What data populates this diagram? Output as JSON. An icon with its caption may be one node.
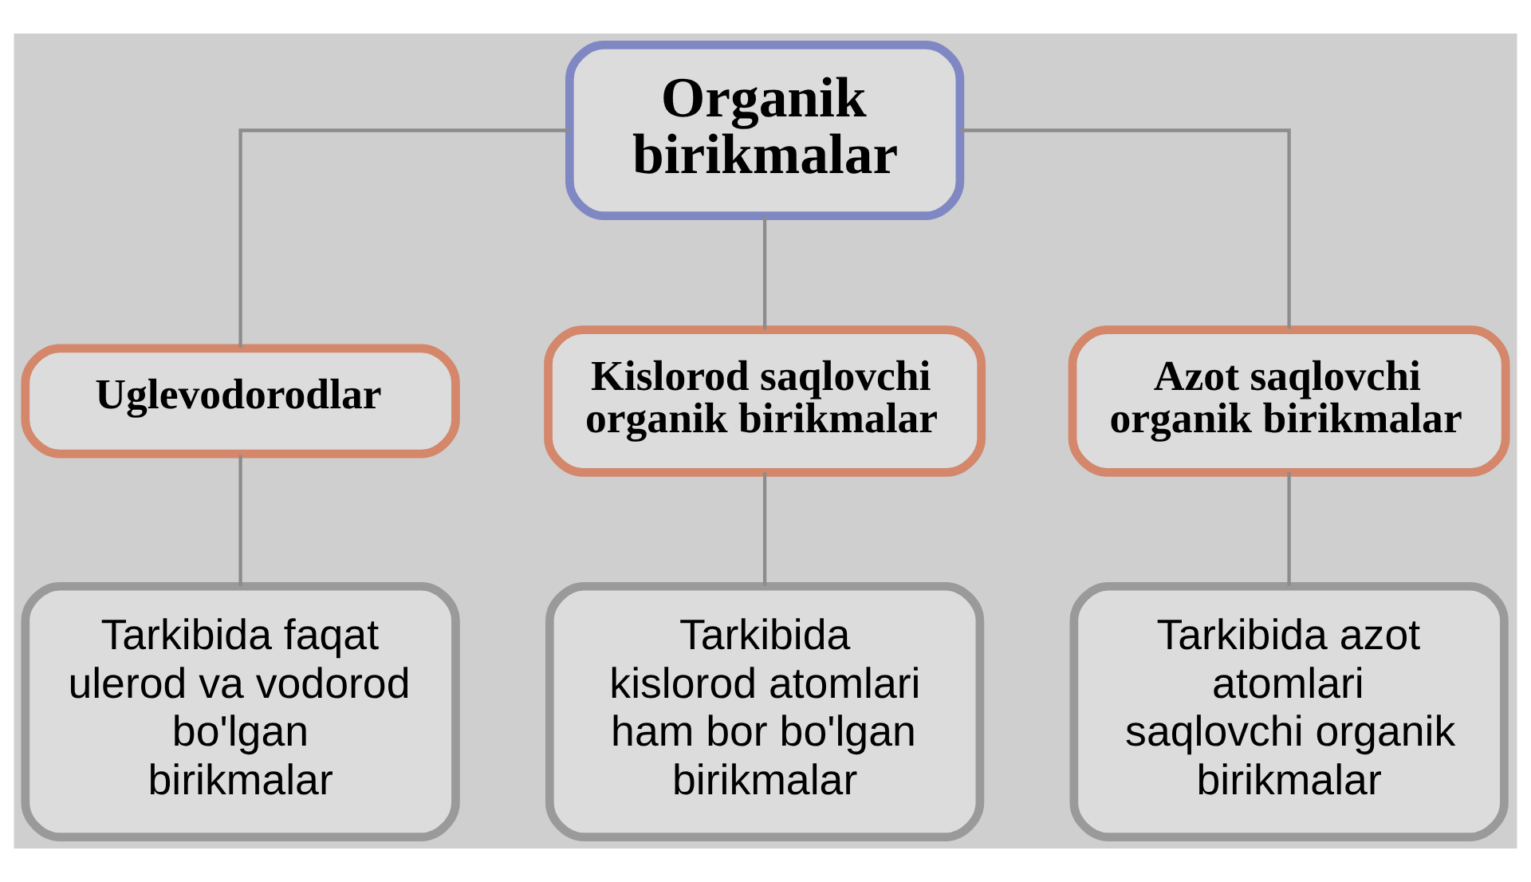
{
  "diagram": {
    "nodes": [
      {
        "text": [
          "Organik birikmalar"
        ]
      },
      {
        "text": [
          "Uglevodorodlar"
        ]
      },
      {
        "text": [
          "Kislorod saqlovchi organik birikmalar"
        ]
      },
      {
        "text": [
          "Azot saqlovchi organik birikmalar"
        ]
      },
      {
        "text": [
          "Tarkibida faqat ulerod va vodorod bo'lgan birikmalar"
        ]
      },
      {
        "text": [
          "Tarkibida kislorod atomlari ham bor bo'lgan birikmalar"
        ]
      },
      {
        "text": [
          "Tarkibida azot atomlari saqlovchi organik birikmalar"
        ]
      }
    ],
    "edges": [
      {
        "from": 0,
        "to": 1,
        "arrow": "none"
      },
      {
        "from": 0,
        "to": 2,
        "arrow": "none"
      },
      {
        "from": 0,
        "to": 3,
        "arrow": "none"
      },
      {
        "from": 1,
        "to": 4,
        "arrow": "none"
      },
      {
        "from": 2,
        "to": 5,
        "arrow": "none"
      },
      {
        "from": 3,
        "to": 6,
        "arrow": "none"
      }
    ]
  }
}
